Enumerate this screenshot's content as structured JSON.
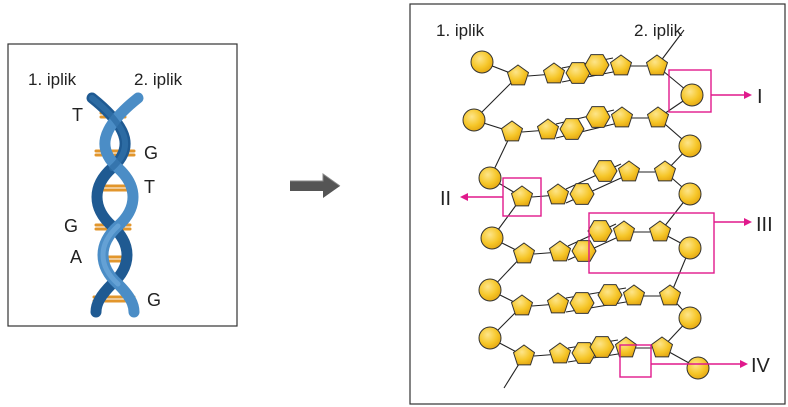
{
  "left_panel": {
    "strand1_label": "1. iplik",
    "strand2_label": "2. iplik",
    "bases_left": [
      "T",
      "G",
      "A"
    ],
    "bases_right": [
      "G",
      "T",
      "G"
    ]
  },
  "arrow_icon": "right-arrow-icon",
  "right_panel": {
    "strand1_label": "1. iplik",
    "strand2_label": "2. iplik",
    "markers": [
      "I",
      "II",
      "III",
      "IV"
    ]
  },
  "colors": {
    "helix_blue": "#2f6fa8",
    "base_orange": "#e2962c",
    "nucleotide_fill": "#f6c628",
    "highlight_magenta": "#e0198c"
  }
}
